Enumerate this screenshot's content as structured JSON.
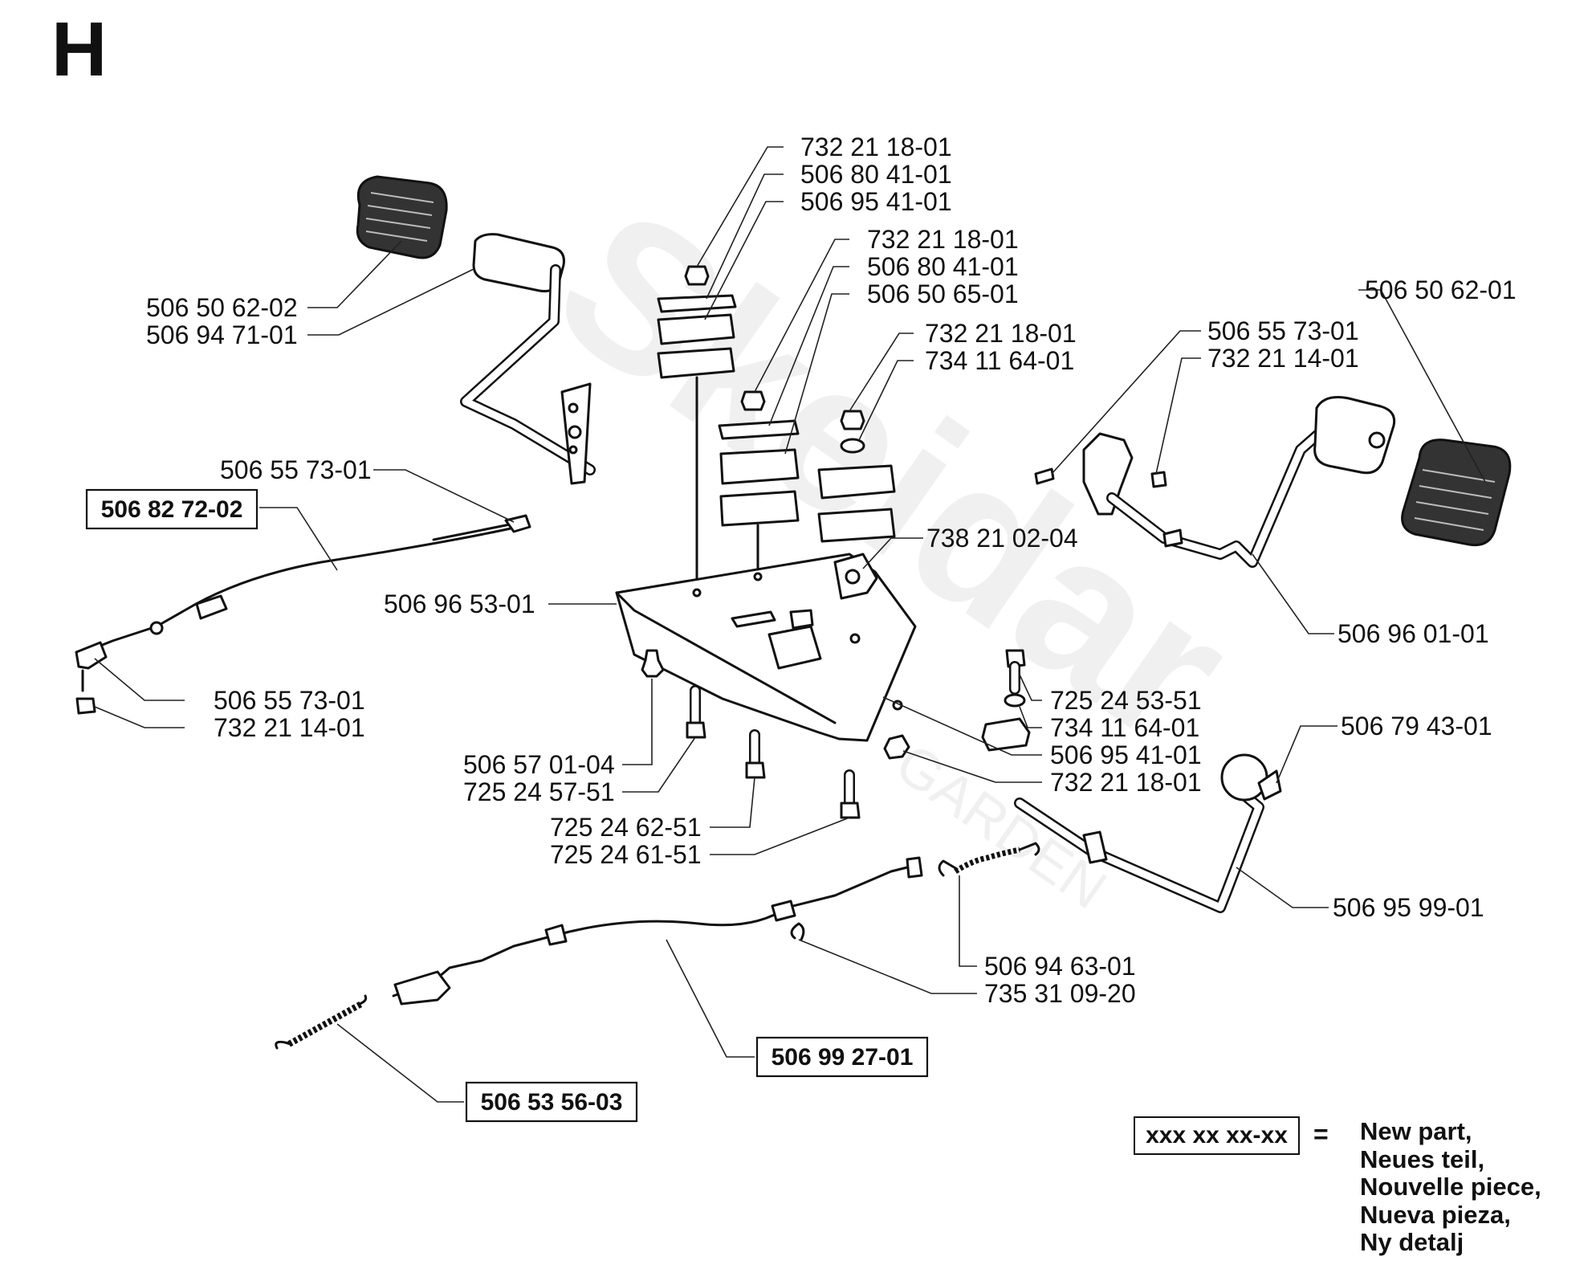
{
  "section_letter": "H",
  "watermark": {
    "brand": "Skeidar",
    "sub": "GARDEN"
  },
  "labels": [
    {
      "id": "l1",
      "text": "732 21 18-01",
      "boxed": false
    },
    {
      "id": "l2",
      "text": "506 80 41-01",
      "boxed": false
    },
    {
      "id": "l3",
      "text": "506 95 41-01",
      "boxed": false
    },
    {
      "id": "l4",
      "text": "732 21 18-01",
      "boxed": false
    },
    {
      "id": "l5",
      "text": "506 80 41-01",
      "boxed": false
    },
    {
      "id": "l6",
      "text": "506 50 65-01",
      "boxed": false
    },
    {
      "id": "l7",
      "text": "732 21 18-01",
      "boxed": false
    },
    {
      "id": "l8",
      "text": "734 11 64-01",
      "boxed": false
    },
    {
      "id": "l9",
      "text": "506 50 62-02",
      "boxed": false
    },
    {
      "id": "l10",
      "text": "506 94 71-01",
      "boxed": false
    },
    {
      "id": "l11",
      "text": "506 55 73-01",
      "boxed": false
    },
    {
      "id": "l12",
      "text": "506 82 72-02",
      "boxed": true
    },
    {
      "id": "l13",
      "text": "506 96 53-01",
      "boxed": false
    },
    {
      "id": "l14",
      "text": "738 21 02-04",
      "boxed": false
    },
    {
      "id": "l15",
      "text": "506 50 62-01",
      "boxed": false
    },
    {
      "id": "l16",
      "text": "506 55 73-01",
      "boxed": false
    },
    {
      "id": "l17",
      "text": "732 21 14-01",
      "boxed": false
    },
    {
      "id": "l18",
      "text": "506 96 01-01",
      "boxed": false
    },
    {
      "id": "l19",
      "text": "506 55 73-01",
      "boxed": false
    },
    {
      "id": "l20",
      "text": "732 21 14-01",
      "boxed": false
    },
    {
      "id": "l21",
      "text": "725 24 53-51",
      "boxed": false
    },
    {
      "id": "l22",
      "text": "734 11 64-01",
      "boxed": false
    },
    {
      "id": "l23",
      "text": "506 95 41-01",
      "boxed": false
    },
    {
      "id": "l24",
      "text": "732 21 18-01",
      "boxed": false
    },
    {
      "id": "l25",
      "text": "506 79 43-01",
      "boxed": false
    },
    {
      "id": "l26",
      "text": "506 57 01-04",
      "boxed": false
    },
    {
      "id": "l27",
      "text": "725 24 57-51",
      "boxed": false
    },
    {
      "id": "l28",
      "text": "725 24 62-51",
      "boxed": false
    },
    {
      "id": "l29",
      "text": "725 24 61-51",
      "boxed": false
    },
    {
      "id": "l30",
      "text": "506 95 99-01",
      "boxed": false
    },
    {
      "id": "l31",
      "text": "506 94 63-01",
      "boxed": false
    },
    {
      "id": "l32",
      "text": "735 31 09-20",
      "boxed": false
    },
    {
      "id": "l33",
      "text": "506 99 27-01",
      "boxed": true
    },
    {
      "id": "l34",
      "text": "506 53 56-03",
      "boxed": true
    }
  ],
  "legend": {
    "sample": "xxx xx xx-xx",
    "equals": "=",
    "lines": [
      "New part,",
      "Neues teil,",
      "Nouvelle piece,",
      "Nueva pieza,",
      "Ny detalj"
    ]
  }
}
